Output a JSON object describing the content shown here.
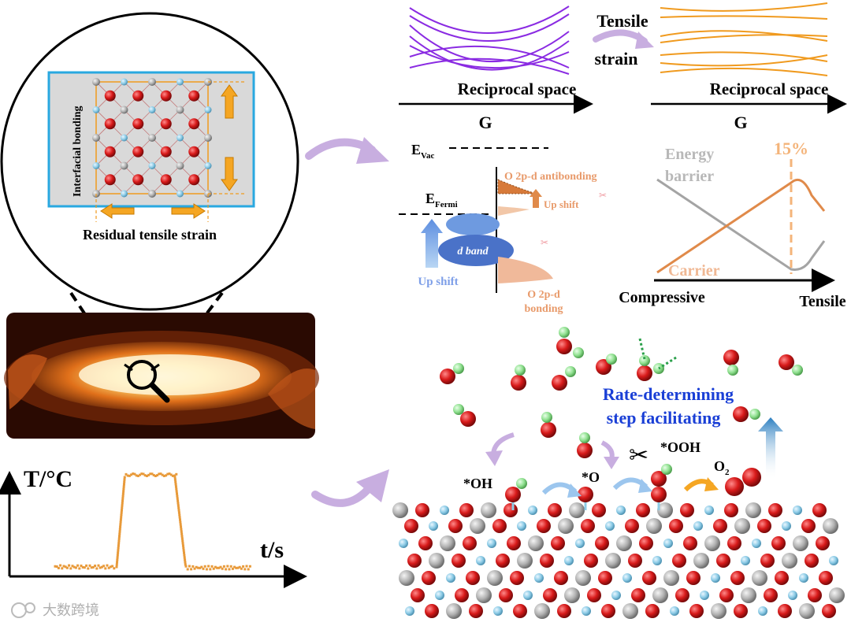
{
  "lattice_panel": {
    "side_label": "Interfacial bonding",
    "caption": "Residual tensile strain"
  },
  "band_panel": {
    "left_xlabel": "Reciprocal space",
    "left_axis": "G",
    "arrow_top": "Tensile",
    "arrow_bottom": "strain",
    "right_xlabel": "Reciprocal space",
    "right_axis": "G"
  },
  "energy_panel": {
    "evac_main": "E",
    "evac_sub": "Vac",
    "efermi_main": "E",
    "efermi_sub": "Fermi",
    "antibonding": "O 2p-d antibonding",
    "up_shift_right": "Up shift",
    "d_band": "d band",
    "up_shift_left": "Up shift",
    "bonding_1": "O 2p-d",
    "bonding_2": "bonding"
  },
  "strain_panel": {
    "energy_barrier_1": "Energy",
    "energy_barrier_2": "barrier",
    "peak_label": "15%",
    "carrier": "Carrier",
    "x_left": "Compressive",
    "x_right": "Tensile"
  },
  "thermal_panel": {
    "ylabel": "T/°C",
    "xlabel": "t/s"
  },
  "reaction_panel": {
    "rds_1": "Rate-determining",
    "rds_2": "step facilitating",
    "oh": "*OH",
    "o": "*O",
    "ooh": "*OOH",
    "o2_main": "O",
    "o2_sub": "2"
  },
  "watermark": {
    "text": "大数跨境"
  },
  "colors": {
    "purple_band": "#8a2be2",
    "orange_band": "#f09a1e",
    "flow_arrow": "#c8aee0",
    "blue_text": "#1a3fd6",
    "lattice_border": "#29a8e0",
    "o_atom": "#d81a1a",
    "h_atom": "#8fe08f",
    "metal_atom": "#a9a9a9",
    "light_atom": "#8ccbe6",
    "temp_trace": "#e89a3a"
  }
}
